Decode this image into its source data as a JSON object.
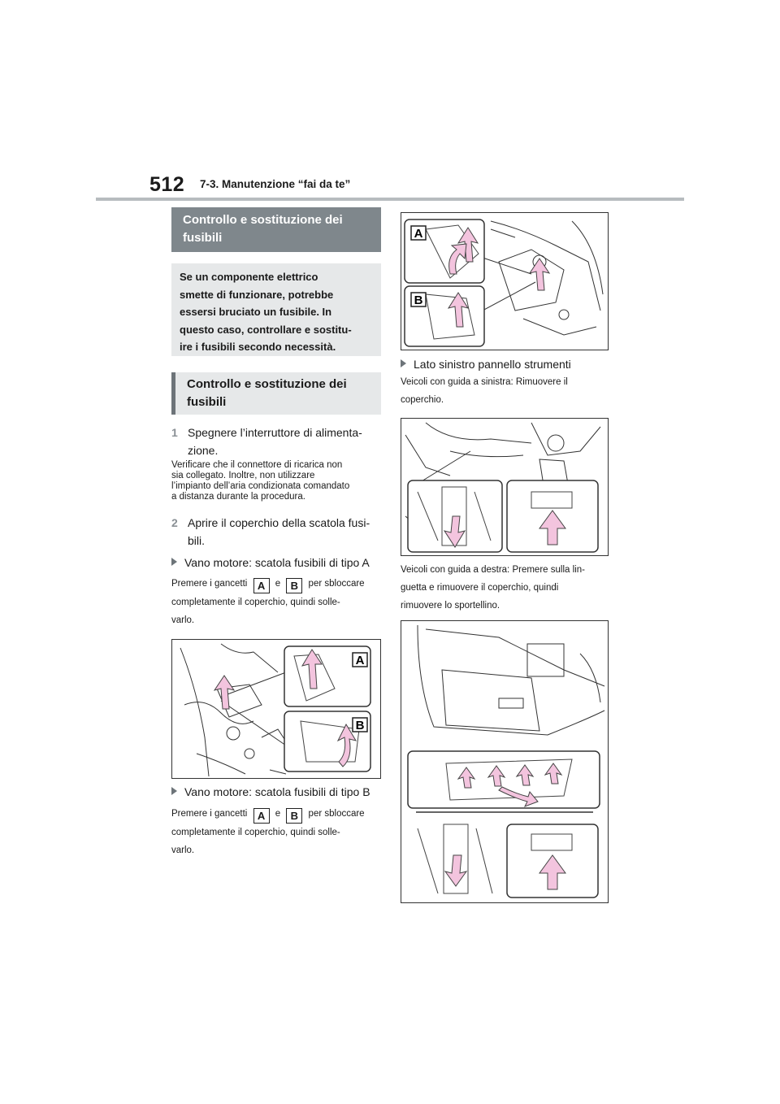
{
  "header": {
    "page_number": "512",
    "chapter": "7-3. Manutenzione “fai da te”"
  },
  "left": {
    "section_title": "Controllo e sostituzione dei fusibili",
    "summary": [
      "Se un componente elettrico",
      "smette di funzionare, potrebbe",
      "essersi bruciato un fusibile. In",
      "questo caso, controllare e sostitu-",
      "ire i fusibili secondo necessità."
    ],
    "subsection_title": "Controllo e sostituzione dei fusibili",
    "step1": {
      "number": "1",
      "lines": [
        "Spegnere l’interruttore di alimenta-",
        "zione."
      ]
    },
    "step1_note": [
      "Verificare che il connettore di ricarica non",
      "sia collegato. Inoltre, non utilizzare",
      "l’impianto dell’aria condizionata comandato",
      "a distanza durante la procedura."
    ],
    "step2": {
      "number": "2",
      "lines": [
        "Aprire il coperchio della scatola fusi-",
        "bili."
      ]
    },
    "bullet_a": "Vano motore: scatola fusibili di tipo A",
    "para_a": {
      "prefix": "Premere i gancetti",
      "badge1": "A",
      "mid": "e",
      "badge2": "B",
      "suffix": "per sbloccare",
      "line2": "completamente il coperchio, quindi solle-",
      "line3": "varlo."
    },
    "fig_a_labels": [
      "A",
      "B"
    ],
    "bullet_b": "Vano motore: scatola fusibili di tipo B",
    "para_b": {
      "prefix": "Premere i gancetti",
      "badge1": "A",
      "mid": "e",
      "badge2": "B",
      "suffix": "per sbloccare",
      "line2": "completamente il coperchio, quindi solle-",
      "line3": "varlo."
    }
  },
  "right": {
    "fig_b_labels": [
      "A",
      "B"
    ],
    "bullet_c": "Lato sinistro pannello strumenti",
    "lhd_text": [
      "Veicoli con guida a sinistra: Rimuovere il",
      "coperchio."
    ],
    "rhd_text": [
      "Veicoli con guida a destra: Premere sulla lin-",
      "guetta e rimuovere il coperchio, quindi",
      "rimuovere lo sportellino."
    ]
  },
  "colors": {
    "arrow": "#f3c4de",
    "header_dark": "#7f878c",
    "header_light": "#e6e8e9",
    "accent": "#6d7479"
  }
}
